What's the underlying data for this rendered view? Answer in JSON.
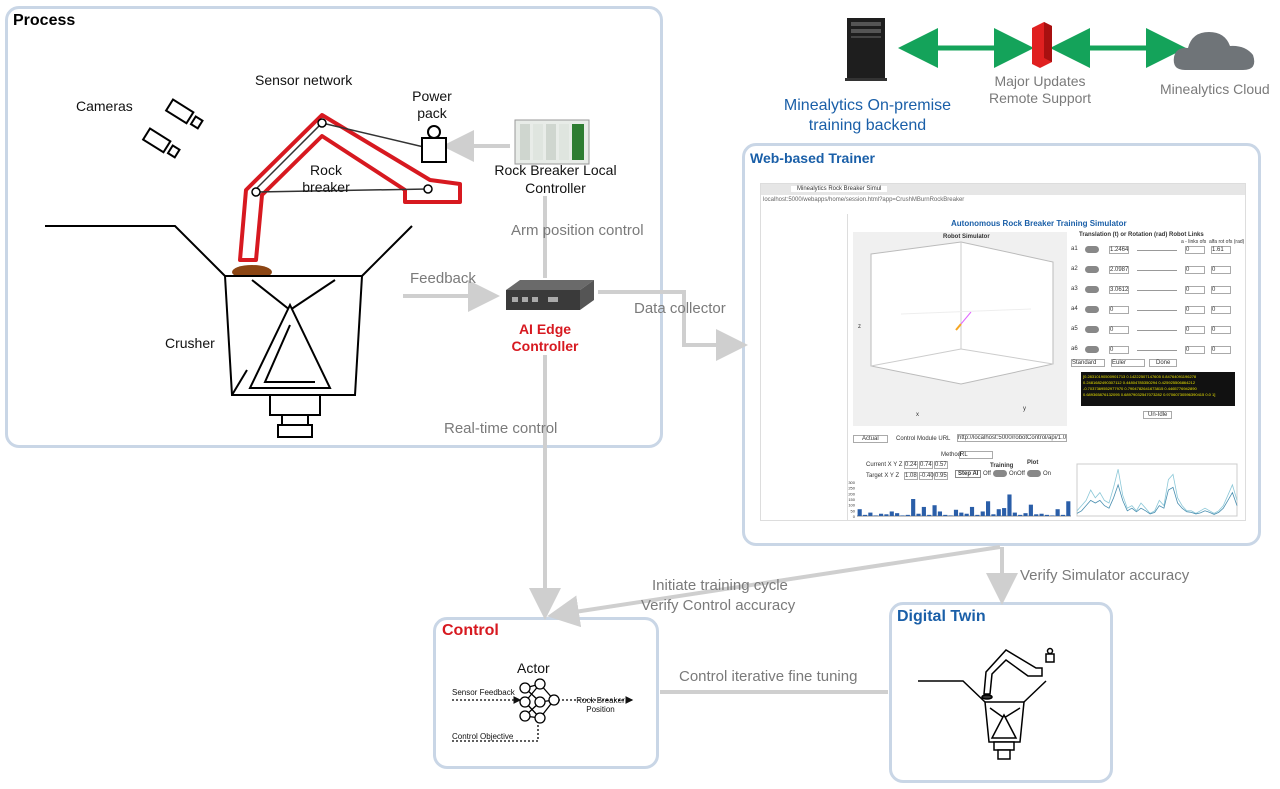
{
  "process": {
    "title": "Process",
    "cameras": "Cameras",
    "sensor_network": "Sensor network",
    "power_pack": "Power pack",
    "rock_breaker": "Rock breaker",
    "local_controller": "Rock Breaker Local Controller",
    "arm_position_control": "Arm position control",
    "feedback": "Feedback",
    "ai_edge_controller": "AI Edge Controller",
    "crusher": "Crusher",
    "realtime_control": "Real-time control",
    "data_collector": "Data collector"
  },
  "top": {
    "backend": "Minealytics On-premise training backend",
    "updates": "Major Updates Remote Support",
    "cloud": "Minealytics Cloud"
  },
  "trainer": {
    "title": "Web-based Trainer",
    "tab_label": "Minealytics Rock Breaker Simul",
    "url": "localhost:5000/webapps/home/session.html?app=CrushMBurnRockBreaker",
    "sim_title": "Autonomous Rock Breaker Training Simulator",
    "robot_sim": "Robot Simulator",
    "link_header": "Translation (t) or Rotation (rad) Robot Links",
    "alpha_header": "a - links ofs",
    "alpha_header2": "alfa rot ofs (rad)",
    "joints": [
      {
        "name": "a1",
        "value": "1.2464",
        "a": "0",
        "alpha": "1.61"
      },
      {
        "name": "a2",
        "value": "2.0987",
        "a": "0",
        "alpha": "0"
      },
      {
        "name": "a3",
        "value": "3.0612",
        "a": "0",
        "alpha": "0"
      },
      {
        "name": "a4",
        "value": "0",
        "a": "0",
        "alpha": "0"
      },
      {
        "name": "a5",
        "value": "0",
        "a": "0",
        "alpha": "0"
      },
      {
        "name": "a6",
        "value": "0",
        "a": "0",
        "alpha": "0"
      }
    ],
    "select1": "Standard",
    "select2": "Euler",
    "done_btn": "Done",
    "console_text": "[0.28310190500901713 0.14222507147605 0.84764091196278 0.2481682490307112 0.44804785350294 0.425925506864212 -0.7037369552977970 0.7904782641673815 0.4465776942890 0.689365876132095 0.68979032547073282 0.97060730596390415 0.0 1]",
    "console_btn": "Un-Idle",
    "actual_btn": "Actual",
    "control_module_label": "Control Module URL",
    "control_module_url": "http://localhost:5000/robotControl/api/1.0/setAction",
    "method_label": "Method",
    "method_value": "RL",
    "current_label": "Current X Y Z",
    "current": [
      "0.24",
      "0.74",
      "0.57"
    ],
    "target_label": "Target X Y Z",
    "target": [
      "1.08",
      "-0.40",
      "0.95"
    ],
    "step_btn": "Step AI",
    "training_label": "Training",
    "plot_label": "Plot",
    "off": "Off",
    "on": "On",
    "axis_ticks": [
      "x",
      "y",
      "z"
    ]
  },
  "links": {
    "initiate": "Initiate training cycle",
    "verify_control": "Verify Control accuracy",
    "verify_sim": "Verify Simulator accuracy",
    "fine_tuning": "Control iterative fine tuning"
  },
  "control": {
    "title": "Control",
    "actor": "Actor",
    "sensor_feedback": "Sensor Feedback",
    "control_objective": "Control Objective",
    "output": "Rock Breaker Position"
  },
  "twin": {
    "title": "Digital Twin"
  },
  "chart_data": [
    {
      "type": "bar",
      "values": [
        60,
        10,
        30,
        5,
        20,
        15,
        40,
        25,
        5,
        10,
        150,
        20,
        80,
        10,
        95,
        40,
        10,
        5,
        55,
        30,
        20,
        80,
        10,
        40,
        130,
        15,
        60,
        70,
        190,
        30,
        10,
        25,
        100,
        15,
        20,
        10,
        5,
        60,
        10,
        130
      ],
      "ylim": [
        0,
        300
      ],
      "ticks_y": [
        "300",
        "250",
        "200",
        "150",
        "100",
        "50",
        "0"
      ]
    },
    {
      "type": "line",
      "series": [
        {
          "values": [
            0.1,
            0.2,
            0.3,
            0.5,
            0.35,
            0.45,
            0.3,
            0.25,
            0.55,
            0.9,
            0.4,
            0.15,
            0.2,
            0.1,
            0.25,
            0.15,
            0.05,
            0.1,
            0.3,
            0.2,
            0.7,
            0.8,
            0.35,
            0.2,
            0.1,
            0.1,
            0.05,
            0.1,
            0.15,
            0.1,
            0.05,
            0.1,
            0.2,
            0.4,
            0.6,
            0.3
          ]
        },
        {
          "values": [
            0.05,
            0.1,
            0.2,
            0.3,
            0.25,
            0.3,
            0.2,
            0.15,
            0.35,
            0.6,
            0.3,
            0.1,
            0.15,
            0.08,
            0.15,
            0.1,
            0.04,
            0.07,
            0.2,
            0.15,
            0.5,
            0.55,
            0.25,
            0.15,
            0.08,
            0.07,
            0.04,
            0.06,
            0.1,
            0.07,
            0.03,
            0.07,
            0.15,
            0.3,
            0.45,
            0.2
          ]
        }
      ]
    }
  ],
  "colors": {
    "red": "#d71920",
    "blue": "#1a5fa8",
    "green": "#14a35a",
    "grey": "#cfcfcf",
    "border": "#c9d6e6"
  }
}
